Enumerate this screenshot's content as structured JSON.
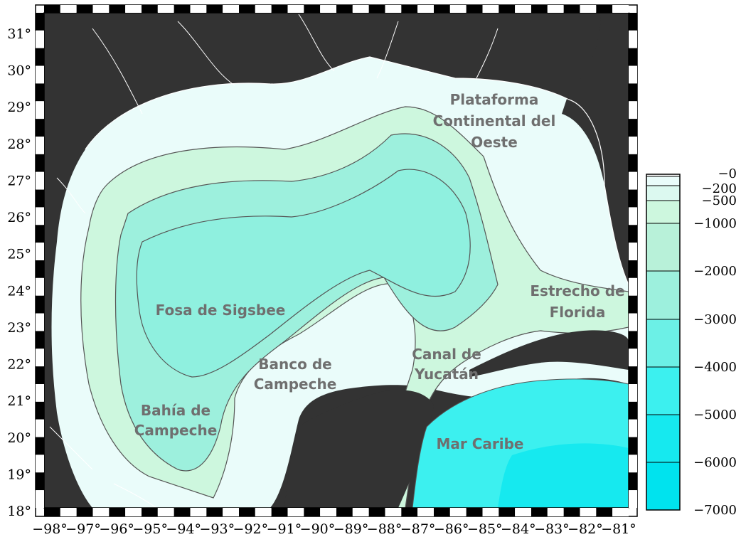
{
  "map": {
    "lat_ticks": [
      "31°",
      "30°",
      "29°",
      "28°",
      "27°",
      "26°",
      "25°",
      "24°",
      "23°",
      "22°",
      "21°",
      "20°",
      "19°",
      "18°"
    ],
    "lon_ticks": [
      "−98°",
      "−97°",
      "−96°",
      "−95°",
      "−94°",
      "−93°",
      "−92°",
      "−91°",
      "−90°",
      "−89°",
      "−88°",
      "−87°",
      "−86°",
      "−85°",
      "−84°",
      "−83°",
      "−82°",
      "−81°"
    ],
    "regions": [
      {
        "id": "plataforma",
        "lines": [
          "Plataforma",
          "Continental del",
          "Oeste"
        ]
      },
      {
        "id": "estrecho",
        "lines": [
          "Estrecho de",
          "Florida"
        ]
      },
      {
        "id": "fosa",
        "lines": [
          "Fosa de Sigsbee"
        ]
      },
      {
        "id": "canal",
        "lines": [
          "Canal de",
          "Yucatán"
        ]
      },
      {
        "id": "banco",
        "lines": [
          "Banco de",
          "Campeche"
        ]
      },
      {
        "id": "bahia",
        "lines": [
          "Bahía de",
          "Campeche"
        ]
      },
      {
        "id": "caribe",
        "lines": [
          "Mar Caribe"
        ]
      }
    ],
    "colors": {
      "land": "#333333",
      "frame": "#000000",
      "depth_0_200": "#eafcfa",
      "depth_200_500": "#dcf9f0",
      "depth_500_1000": "#cdf7de",
      "depth_1000_2000": "#b8f1d9",
      "depth_2000_3000": "#9df0dd",
      "depth_3000_4000": "#6cf0e6",
      "depth_4000_5000": "#3cf0ef",
      "depth_5000_7000": "#16e9ef"
    }
  },
  "colorbar": {
    "labels": [
      "−0",
      "−200",
      "−500",
      "−1000",
      "−2000",
      "−3000",
      "−4000",
      "−5000",
      "−6000",
      "−7000"
    ],
    "bands": [
      "#eafcfa",
      "#dcf9f0",
      "#cdf7de",
      "#b8f1d9",
      "#9df0dd",
      "#6cf0e6",
      "#3cf0ef",
      "#16e9ef",
      "#00e3ee"
    ]
  }
}
